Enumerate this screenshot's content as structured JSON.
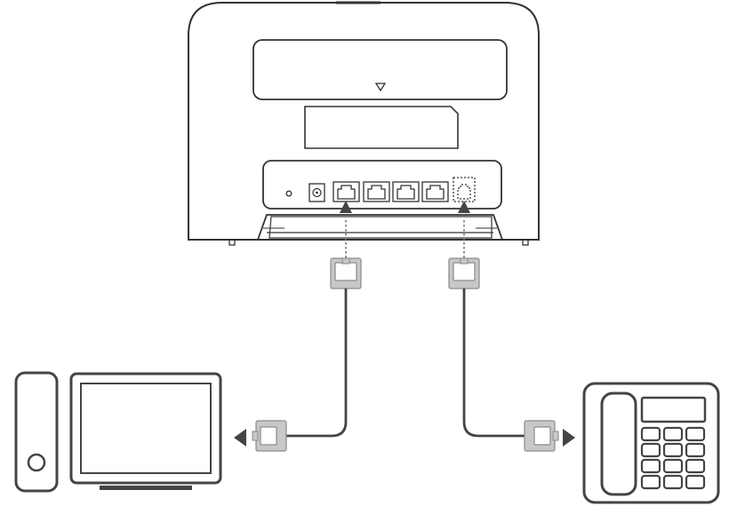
{
  "diagram": {
    "description_visible_text": [],
    "colors": {
      "outline": "#333333",
      "connector_fill": "#c8c8c8",
      "connector_stroke": "#8a8a8a",
      "cable": "#444444",
      "arrow": "#444444",
      "dashed_guide": "#777777",
      "background": "#ffffff"
    },
    "components": [
      {
        "name": "router",
        "icon": "router-icon"
      },
      {
        "name": "computer",
        "icon": "desktop-computer-icon"
      },
      {
        "name": "telephone",
        "icon": "telephone-icon"
      }
    ],
    "router_ports": [
      {
        "name": "reset-button",
        "icon": "reset-hole-icon"
      },
      {
        "name": "power-port",
        "icon": "dc-power-icon"
      },
      {
        "name": "lan-port-1",
        "icon": "ethernet-port-icon"
      },
      {
        "name": "lan-port-2",
        "icon": "ethernet-port-icon"
      },
      {
        "name": "lan-port-3",
        "icon": "ethernet-port-icon"
      },
      {
        "name": "lan-port-4",
        "icon": "ethernet-port-icon"
      },
      {
        "name": "tel-port",
        "icon": "phone-port-icon"
      }
    ],
    "connections": [
      {
        "from": "lan-port-1",
        "to": "computer",
        "cable": "ethernet-cable"
      },
      {
        "from": "tel-port",
        "to": "telephone",
        "cable": "phone-cable"
      }
    ]
  }
}
